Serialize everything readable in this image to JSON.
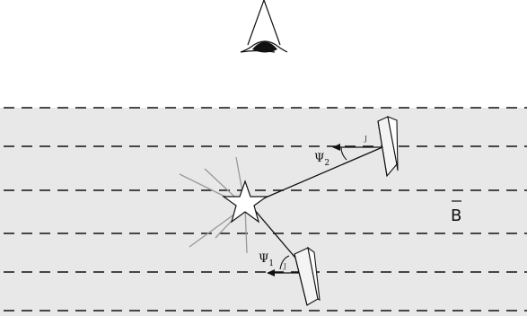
{
  "diagram": {
    "colors": {
      "band_fill": "#e8e8e8",
      "line": "#111111",
      "ray": "#999999"
    },
    "labels": {
      "psi1": "Ψ",
      "psi1_sub": "1",
      "psi2": "Ψ",
      "psi2_sub": "2",
      "field": "B",
      "field_overbar": true
    },
    "icons": {
      "observer": "eye-icon",
      "source": "star-icon"
    }
  }
}
